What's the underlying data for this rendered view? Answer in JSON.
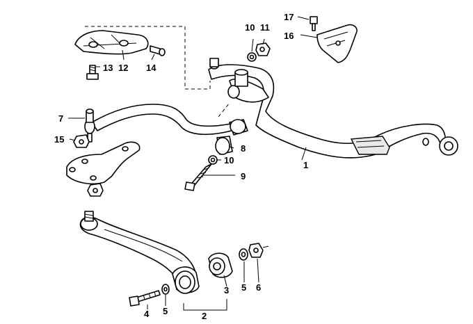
{
  "callouts": {
    "c1": "1",
    "c2": "2",
    "c3": "3",
    "c4": "4",
    "c5a": "5",
    "c5b": "5",
    "c6": "6",
    "c7": "7",
    "c8": "8",
    "c9": "9",
    "c10a": "10",
    "c10b": "10",
    "c11": "11",
    "c12": "12",
    "c13": "13",
    "c14": "14",
    "c15": "15",
    "c16": "16",
    "c17": "17"
  }
}
